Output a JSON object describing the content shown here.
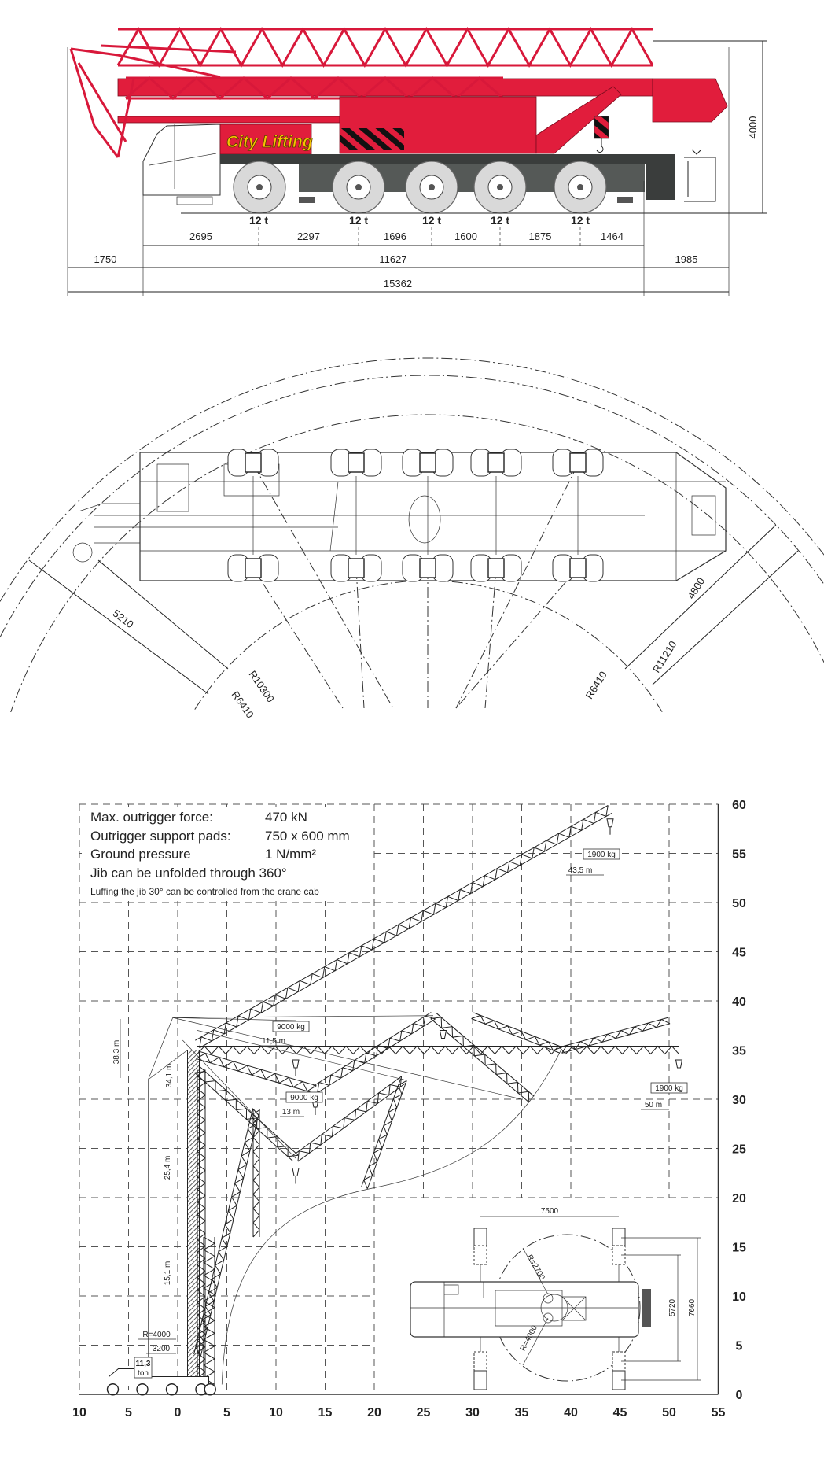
{
  "side_view": {
    "logo": "City Lifting",
    "axle_loads": [
      "12 t",
      "12 t",
      "12 t",
      "12 t",
      "12 t"
    ],
    "wheelbase_dims": [
      "2695",
      "2297",
      "1696",
      "1600",
      "1875",
      "1464"
    ],
    "overhang_front": "1750",
    "chassis_length": "11627",
    "overhang_rear": "1985",
    "total_length": "15362",
    "height": "4000",
    "colors": {
      "body": "#e11d3c",
      "chassis": "#3a3d3c",
      "logo": "#f5c400"
    }
  },
  "top_view": {
    "left_offset": "5210",
    "left_radius_outer": "R10300",
    "left_radius_inner": "R6410",
    "right_offset": "4800",
    "right_radius_inner": "R6410",
    "right_radius_outer": "R11210"
  },
  "working_range": {
    "specs": [
      {
        "label": "Max. outrigger force:",
        "value": "470 kN"
      },
      {
        "label": "Outrigger support pads:",
        "value": "750 x 600 mm"
      },
      {
        "label": "Ground pressure",
        "value": "1 N/mm²"
      }
    ],
    "note_large": "Jib can be unfolded through 360°",
    "note_small": "Luffing the jib 30° can be controlled from the crane cab",
    "x_ticks": [
      "10",
      "5",
      "0",
      "5",
      "10",
      "15",
      "20",
      "25",
      "30",
      "35",
      "40",
      "45",
      "50",
      "55"
    ],
    "y_ticks": [
      "0",
      "5",
      "10",
      "15",
      "20",
      "25",
      "30",
      "35",
      "40",
      "45",
      "50",
      "55",
      "60"
    ],
    "labels": {
      "load_top": "1900 kg",
      "radius_top": "43,5 m",
      "load_horizontal": "1900 kg",
      "radius_horizontal": "50 m",
      "load_1": "9000 kg",
      "radius_1": "11,5 m",
      "load_2": "9000 kg",
      "radius_2": "13 m",
      "height_1": "38,3 m",
      "height_2": "34,1 m",
      "height_3": "25,4 m",
      "height_4": "15,1 m",
      "ballast_radius": "R=4000",
      "ballast_offset": "3200",
      "ballast_weight": "11,3",
      "ballast_unit": "ton"
    },
    "inset": {
      "outrigger_span": "7500",
      "width_inner": "5720",
      "width_outer": "7660",
      "radius_small": "R=2700",
      "radius_large": "R=4000"
    }
  }
}
